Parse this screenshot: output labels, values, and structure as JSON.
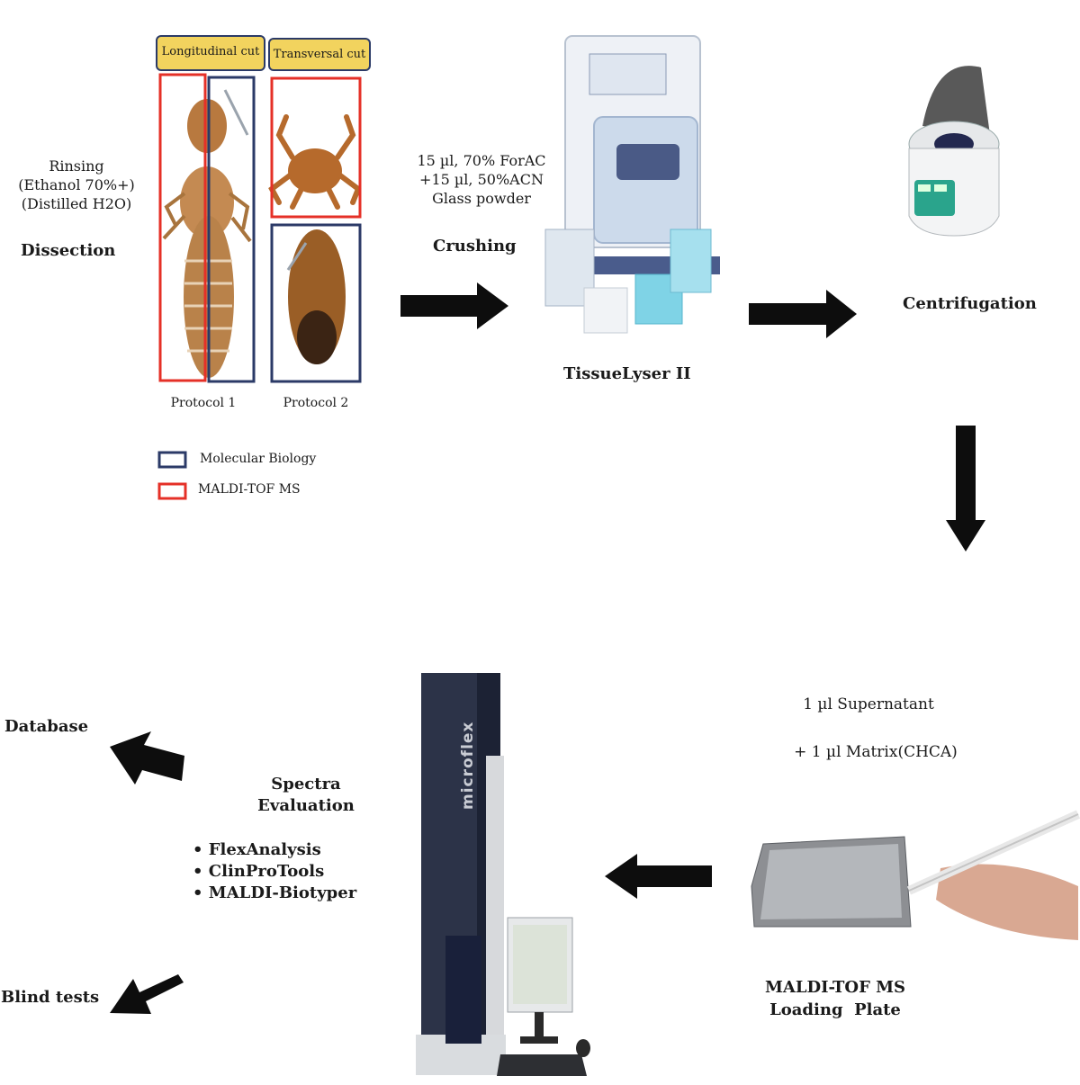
{
  "dissection": {
    "rinsing": "Rinsing",
    "ethanol": "(Ethanol 70%+)",
    "water": "(Distilled H2O)",
    "title": "Dissection",
    "longitudinal": "Longitudinal cut",
    "transversal": "Transversal cut",
    "protocol1": "Protocol 1",
    "protocol2": "Protocol 2"
  },
  "legend": {
    "molecular": "Molecular Biology",
    "maldi": "MALDI-TOF MS",
    "molecular_color": "#2b3a67",
    "maldi_color": "#e53027"
  },
  "crushing": {
    "line1": "15 µl, 70% ForAC",
    "line2": "+15 µl, 50%ACN",
    "line3": "Glass powder",
    "title": "Crushing",
    "device": "TissueLyser II"
  },
  "centrifugation": {
    "title": "Centrifugation"
  },
  "loading": {
    "supernatant": "1 µl Supernatant",
    "matrix": "+ 1 µl Matrix(CHCA)",
    "title_line1": "MALDI-TOF MS",
    "title_line2": "Loading  Plate"
  },
  "spectra": {
    "title_line1": "Spectra",
    "title_line2": "Evaluation",
    "software": [
      "FlexAnalysis",
      "ClinProTools",
      "MALDI-Biotyper"
    ],
    "instrument_label": "microflex"
  },
  "outputs": {
    "database": "Database",
    "blind_tests": "Blind tests"
  }
}
